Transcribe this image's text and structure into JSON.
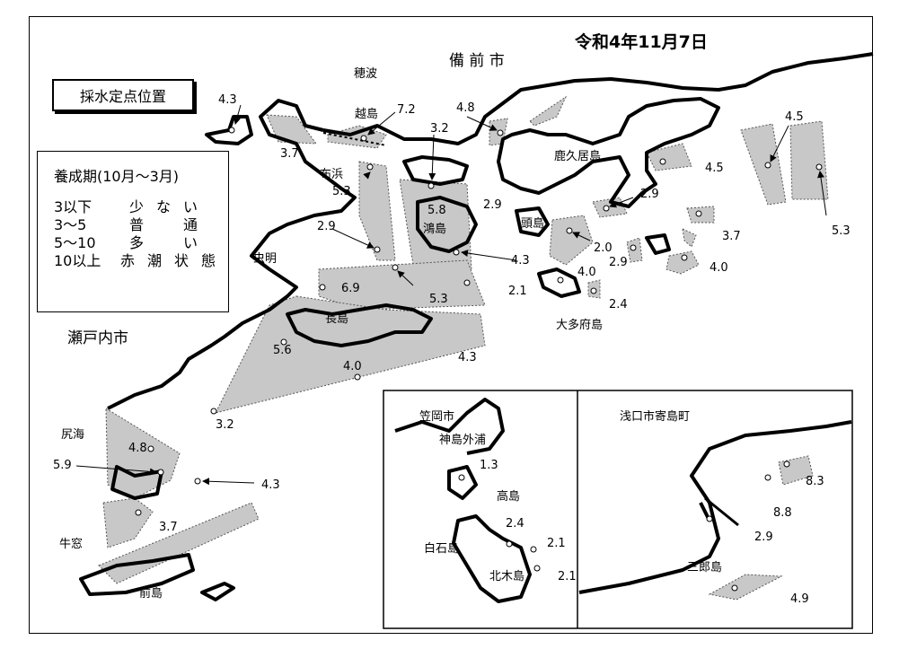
{
  "title": "令和4年11月7日",
  "header_box": "採水定点位置",
  "legend": {
    "heading": "養成期(10月～3月)",
    "rows": [
      {
        "range": "3以下",
        "label": "少ない"
      },
      {
        "range": "3～5",
        "label": "普　通"
      },
      {
        "range": "5～10",
        "label": "多　い"
      },
      {
        "range": "10以上",
        "label": "赤潮状態"
      }
    ]
  },
  "places": {
    "bizen": "備 前 市",
    "hoha": "穂波",
    "koshijima": "越島",
    "kakuijima": "鹿久居島",
    "nunohama": "布浜",
    "kojima": "鴻島",
    "kashirajima": "頭島",
    "mushiake": "虫明",
    "nagashima": "長島",
    "setouchi": "瀬戸内市",
    "oodafujima": "大多府島",
    "shirihimi": "尻海",
    "ushimado": "牛窓",
    "maejima": "前島",
    "kasaoka": "笠岡市",
    "konoshima_sotoura": "神島外浦",
    "takashima": "高島",
    "shiraishijima": "白石島",
    "kitagijima": "北木島",
    "asakuchi": "浅口市寄島町",
    "saburojima": "三郎島"
  },
  "values": {
    "v1": "4.3",
    "v2": "3.7",
    "v3": "7.2",
    "v4": "3.2",
    "v5": "4.8",
    "v6": "5.3",
    "v7": "5.8",
    "v8": "2.9",
    "v9": "2.9",
    "v10": "2.9",
    "v11": "4.5",
    "v12": "4.5",
    "v13": "5.3",
    "v14": "3.7",
    "v15": "2.0",
    "v16": "2.9",
    "v17": "4.0",
    "v18": "4.3",
    "v19": "6.9",
    "v20": "5.3",
    "v21": "2.1",
    "v22": "4.0",
    "v23": "2.4",
    "v24": "5.6",
    "v25": "4.0",
    "v26": "4.3",
    "v27": "3.2",
    "v28": "4.8",
    "v29": "5.9",
    "v30": "4.3",
    "v31": "3.7",
    "i1": "1.3",
    "i2": "2.4",
    "i3": "2.1",
    "i4": "2.1",
    "j1": "8.3",
    "j2": "8.8",
    "j3": "2.9",
    "j4": "4.9"
  }
}
